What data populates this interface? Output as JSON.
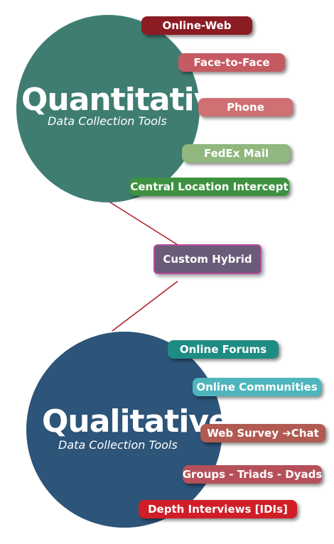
{
  "quantitative": {
    "title": "Quantitative",
    "subtitle": "Data Collection Tools",
    "color": "#3f7d72",
    "methods": [
      {
        "label": "Online-Web",
        "color": "#8b1c24"
      },
      {
        "label": "Face-to-Face",
        "color": "#c65a62"
      },
      {
        "label": "Phone",
        "color": "#cf7074"
      },
      {
        "label": "FedEx Mail",
        "color": "#8fb77e"
      },
      {
        "label": "Central Location Intercept",
        "color": "#3e9141"
      }
    ]
  },
  "hybrid": {
    "label": "Custom Hybrid",
    "color": "#6a5c79",
    "border_color": "#b54b9d"
  },
  "qualitative": {
    "title": "Qualitative",
    "subtitle": "Data Collection Tools",
    "color": "#2d5479",
    "methods": [
      {
        "label": "Online Forums",
        "color": "#1f8c84"
      },
      {
        "label": "Online Communities",
        "color": "#4eb5bd"
      },
      {
        "label": "Web Survey ➔Chat",
        "color": "#b05a52"
      },
      {
        "label": "Groups - Triads - Dyads",
        "color": "#b5505a"
      },
      {
        "label": "Depth Interviews [IDIs]",
        "color": "#d01e27"
      }
    ]
  },
  "connector_color": "#b0202a"
}
